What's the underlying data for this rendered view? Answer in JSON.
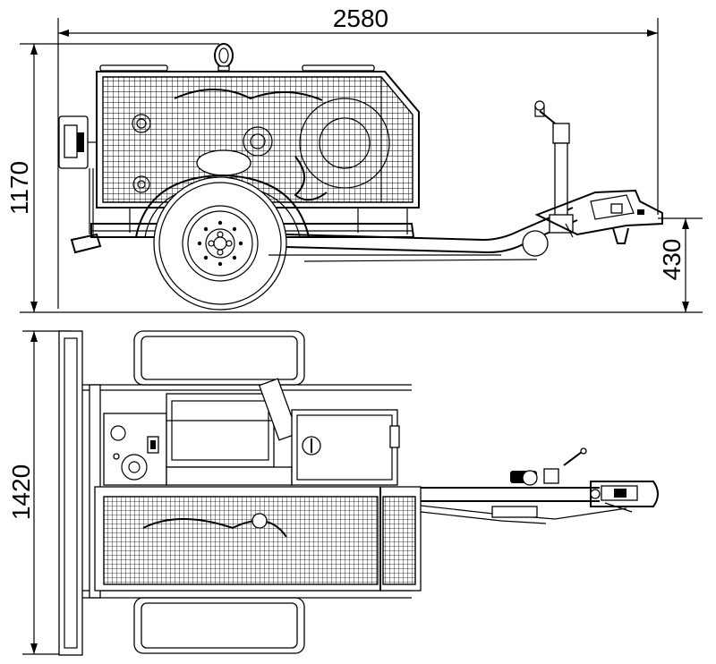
{
  "dimensions": {
    "overall_length": "2580",
    "overall_height": "1170",
    "hitch_height": "430",
    "overall_width": "1420"
  },
  "views": {
    "side": {
      "components": [
        "wheel-icon",
        "mesh-guard-icon",
        "lifting-eye-icon",
        "jockey-wheel-icon",
        "towing-hitch-icon",
        "tow-drawbar-icon"
      ]
    },
    "top": {
      "components": [
        "fender-icon",
        "engine-block-icon",
        "control-panel-icon",
        "mesh-guard-icon",
        "tow-drawbar-icon",
        "towing-hitch-icon",
        "bumper-bar-icon"
      ]
    }
  },
  "colors": {
    "line": "#000000",
    "background": "#ffffff"
  }
}
